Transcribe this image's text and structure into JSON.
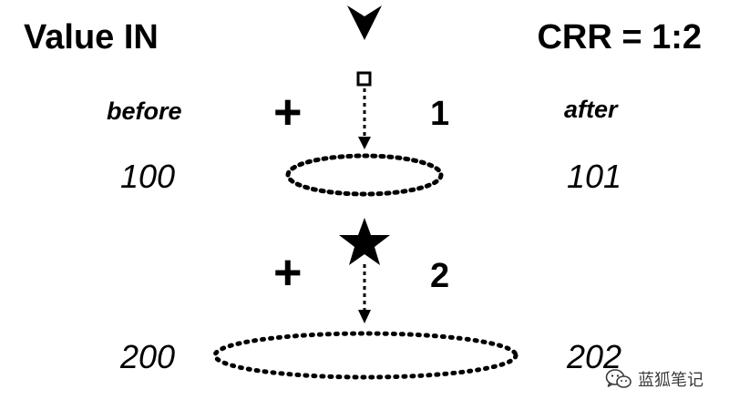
{
  "header": {
    "title": "Value IN",
    "ratio": "CRR = 1:2"
  },
  "columns": {
    "before_label": "before",
    "after_label": "after"
  },
  "steps": [
    {
      "operator": "+",
      "amount": "1",
      "before": "100",
      "after": "101",
      "token_icon": "small-square-icon"
    },
    {
      "operator": "+",
      "amount": "2",
      "before": "200",
      "after": "202",
      "token_icon": "star-icon"
    }
  ],
  "watermark": {
    "text": "蓝狐笔记",
    "icon": "wechat-icon"
  },
  "colors": {
    "foreground": "#000000",
    "background": "#ffffff",
    "watermark": "#3a3a3a"
  }
}
